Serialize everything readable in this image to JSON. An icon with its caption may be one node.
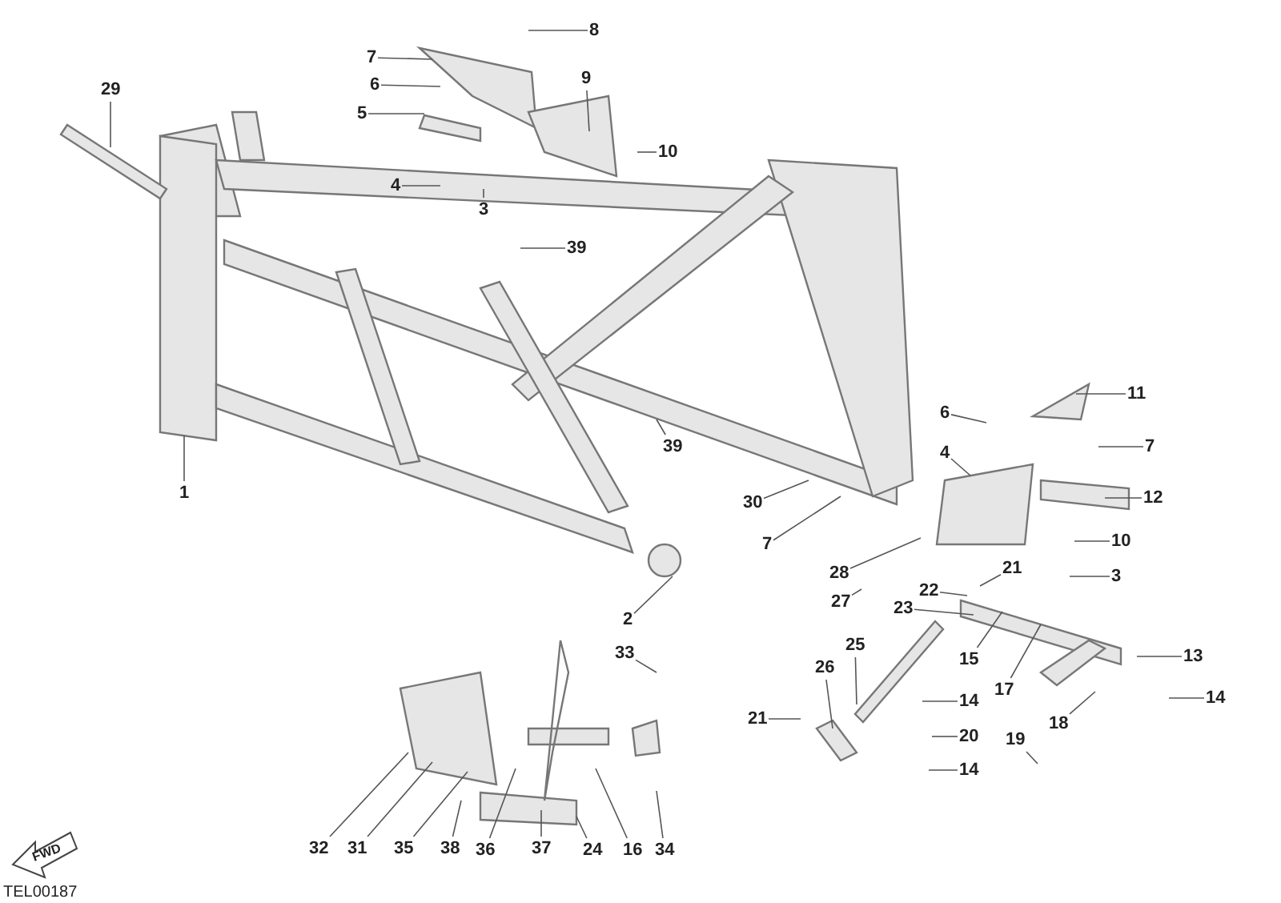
{
  "diagram": {
    "nodes": [
      {
        "text": [
          "7"
        ]
      },
      {
        "text": [
          "8"
        ]
      },
      {
        "text": [
          "6"
        ]
      },
      {
        "text": [
          "9"
        ]
      },
      {
        "text": [
          "5"
        ]
      },
      {
        "text": [
          "10"
        ]
      },
      {
        "text": [
          "4"
        ]
      },
      {
        "text": [
          "3"
        ]
      },
      {
        "text": [
          "29"
        ]
      },
      {
        "text": [
          "39"
        ]
      },
      {
        "text": [
          "1"
        ]
      },
      {
        "text": [
          "39"
        ]
      },
      {
        "text": [
          "11"
        ]
      },
      {
        "text": [
          "7"
        ]
      },
      {
        "text": [
          "6"
        ]
      },
      {
        "text": [
          "4"
        ]
      },
      {
        "text": [
          "12"
        ]
      },
      {
        "text": [
          "30"
        ]
      },
      {
        "text": [
          "7"
        ]
      },
      {
        "text": [
          "10"
        ]
      },
      {
        "text": [
          "28"
        ]
      },
      {
        "text": [
          "21"
        ]
      },
      {
        "text": [
          "3"
        ]
      },
      {
        "text": [
          "2"
        ]
      },
      {
        "text": [
          "27"
        ]
      },
      {
        "text": [
          "22"
        ]
      },
      {
        "text": [
          "23"
        ]
      },
      {
        "text": [
          "33"
        ]
      },
      {
        "text": [
          "15"
        ]
      },
      {
        "text": [
          "25"
        ]
      },
      {
        "text": [
          "13"
        ]
      },
      {
        "text": [
          "17"
        ]
      },
      {
        "text": [
          "26"
        ]
      },
      {
        "text": [
          "14"
        ]
      },
      {
        "text": [
          "21"
        ]
      },
      {
        "text": [
          "20"
        ]
      },
      {
        "text": [
          "19"
        ]
      },
      {
        "text": [
          "18"
        ]
      },
      {
        "text": [
          "14"
        ]
      },
      {
        "text": [
          "14"
        ]
      },
      {
        "text": [
          "32"
        ]
      },
      {
        "text": [
          "31"
        ]
      },
      {
        "text": [
          "35"
        ]
      },
      {
        "text": [
          "38"
        ]
      },
      {
        "text": [
          "36"
        ]
      },
      {
        "text": [
          "37"
        ]
      },
      {
        "text": [
          "24"
        ]
      },
      {
        "text": [
          "16"
        ]
      },
      {
        "text": [
          "34"
        ]
      }
    ],
    "edges": [
      {
        "from": 0,
        "to": null,
        "arrow": "none"
      },
      {
        "from": 1,
        "to": null,
        "arrow": "none"
      },
      {
        "from": 2,
        "to": null,
        "arrow": "none"
      },
      {
        "from": 3,
        "to": null,
        "arrow": "none"
      },
      {
        "from": 4,
        "to": null,
        "arrow": "none"
      },
      {
        "from": 5,
        "to": null,
        "arrow": "none"
      },
      {
        "from": 6,
        "to": null,
        "arrow": "none"
      },
      {
        "from": 7,
        "to": null,
        "arrow": "none"
      },
      {
        "from": 8,
        "to": null,
        "arrow": "none"
      },
      {
        "from": 9,
        "to": null,
        "arrow": "none"
      },
      {
        "from": 10,
        "to": null,
        "arrow": "none"
      },
      {
        "from": 11,
        "to": null,
        "arrow": "none"
      },
      {
        "from": 12,
        "to": null,
        "arrow": "none"
      },
      {
        "from": 13,
        "to": null,
        "arrow": "none"
      },
      {
        "from": 14,
        "to": null,
        "arrow": "none"
      },
      {
        "from": 15,
        "to": null,
        "arrow": "none"
      },
      {
        "from": 16,
        "to": null,
        "arrow": "none"
      },
      {
        "from": 17,
        "to": null,
        "arrow": "none"
      },
      {
        "from": 18,
        "to": null,
        "arrow": "none"
      },
      {
        "from": 19,
        "to": null,
        "arrow": "none"
      },
      {
        "from": 20,
        "to": null,
        "arrow": "none"
      },
      {
        "from": 21,
        "to": null,
        "arrow": "none"
      },
      {
        "from": 22,
        "to": null,
        "arrow": "none"
      },
      {
        "from": 23,
        "to": null,
        "arrow": "none"
      },
      {
        "from": 24,
        "to": null,
        "arrow": "none"
      },
      {
        "from": 25,
        "to": null,
        "arrow": "none"
      },
      {
        "from": 26,
        "to": null,
        "arrow": "none"
      },
      {
        "from": 27,
        "to": null,
        "arrow": "none"
      },
      {
        "from": 28,
        "to": null,
        "arrow": "none"
      },
      {
        "from": 29,
        "to": null,
        "arrow": "none"
      },
      {
        "from": 30,
        "to": null,
        "arrow": "none"
      },
      {
        "from": 31,
        "to": null,
        "arrow": "none"
      },
      {
        "from": 32,
        "to": null,
        "arrow": "none"
      },
      {
        "from": 33,
        "to": null,
        "arrow": "none"
      },
      {
        "from": 34,
        "to": null,
        "arrow": "none"
      },
      {
        "from": 35,
        "to": null,
        "arrow": "none"
      },
      {
        "from": 36,
        "to": null,
        "arrow": "none"
      },
      {
        "from": 37,
        "to": null,
        "arrow": "none"
      },
      {
        "from": 38,
        "to": null,
        "arrow": "none"
      },
      {
        "from": 39,
        "to": null,
        "arrow": "none"
      },
      {
        "from": 40,
        "to": null,
        "arrow": "none"
      },
      {
        "from": 41,
        "to": null,
        "arrow": "none"
      },
      {
        "from": 42,
        "to": null,
        "arrow": "none"
      },
      {
        "from": 43,
        "to": null,
        "arrow": "none"
      },
      {
        "from": 44,
        "to": null,
        "arrow": "none"
      },
      {
        "from": 45,
        "to": null,
        "arrow": "none"
      },
      {
        "from": 46,
        "to": null,
        "arrow": "none"
      },
      {
        "from": 47,
        "to": null,
        "arrow": "none"
      },
      {
        "from": 48,
        "to": null,
        "arrow": "none"
      }
    ],
    "labels": [
      "FWD",
      "TEL00187"
    ]
  }
}
